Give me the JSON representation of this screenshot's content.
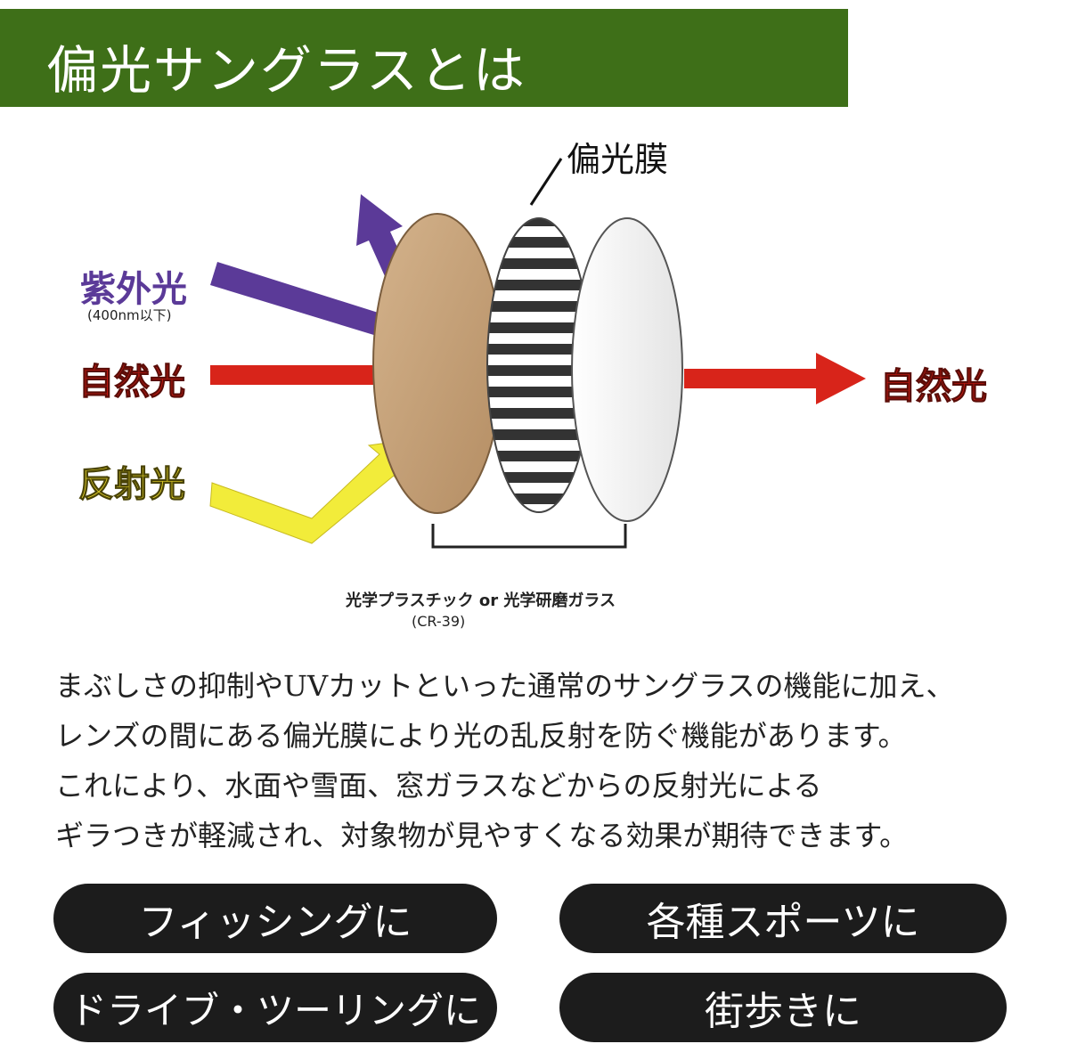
{
  "header": {
    "title": "偏光サングラスとは"
  },
  "diagram": {
    "labels": {
      "uv": "紫外光",
      "uv_sub": "(400nm以下)",
      "natural_in": "自然光",
      "reflected": "反射光",
      "natural_out": "自然光",
      "polarizing_film": "偏光膜",
      "material": "光学プラスチック or 光学研磨ガラス",
      "material_sub": "(CR-39)"
    },
    "colors": {
      "uv": "#5b3a98",
      "natural": "#c81a12",
      "reflected": "#e9d72a",
      "lens_front": "#c9a57e",
      "banner": "#3e6f18"
    }
  },
  "description": {
    "lines": [
      "まぶしさの抑制やUVカットといった通常のサングラスの機能に加え、",
      "レンズの間にある偏光膜により光の乱反射を防ぐ機能があります。",
      "これにより、水面や雪面、窓ガラスなどからの反射光による",
      "ギラつきが軽減され、対象物が見やすくなる効果が期待できます。"
    ]
  },
  "uses": [
    {
      "label": "フィッシングに"
    },
    {
      "label": "各種スポーツに"
    },
    {
      "label": "ドライブ・ツーリングに"
    },
    {
      "label": "街歩きに"
    }
  ]
}
